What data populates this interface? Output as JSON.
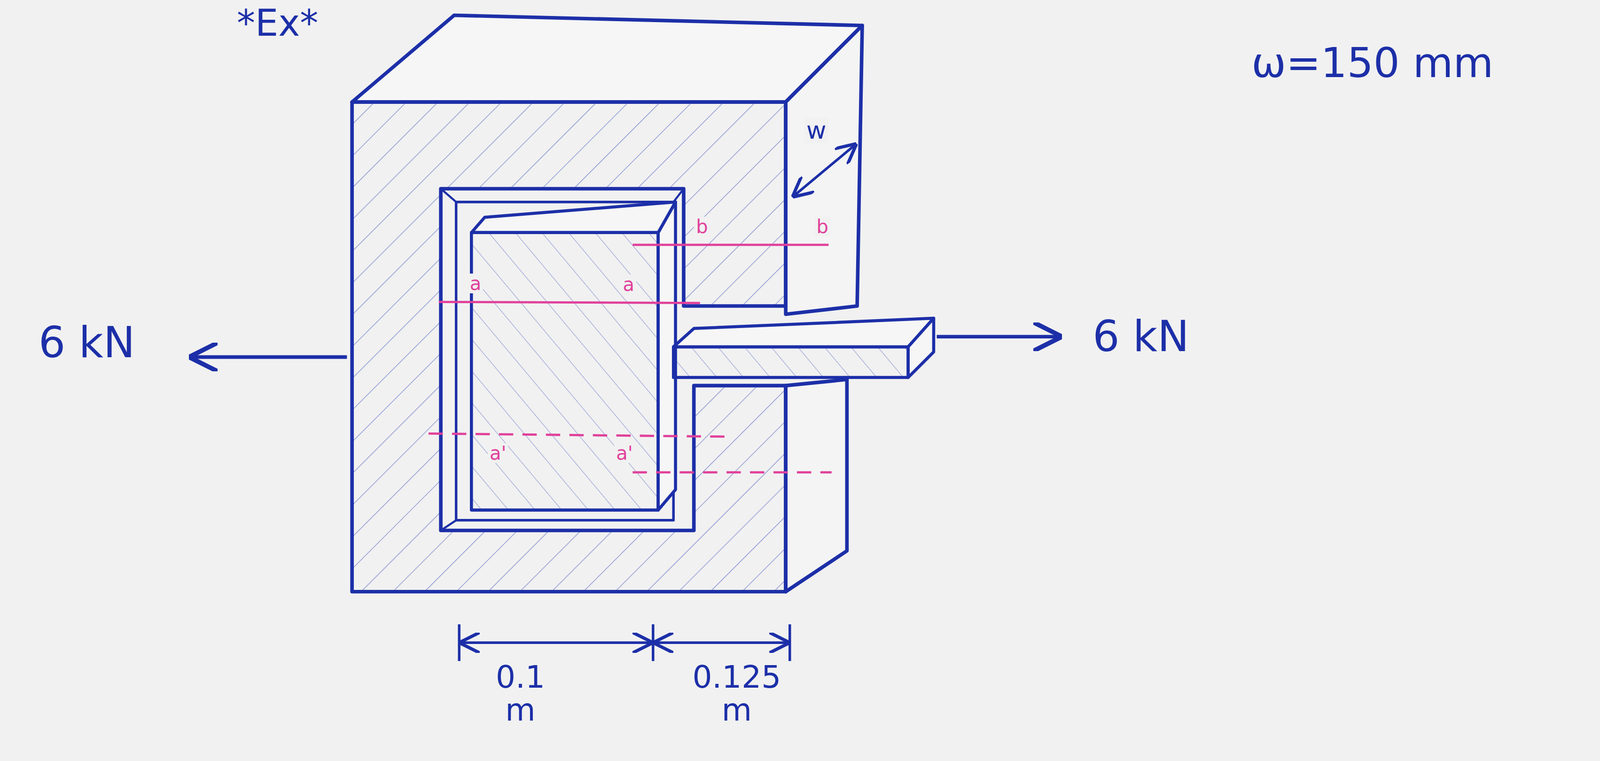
{
  "diagram": {
    "title": "*Ex*",
    "labels": [
      "ω=150 mm",
      "6 kN",
      "6 kN",
      "0.1 m",
      "0.125 m",
      "w",
      "b",
      "b",
      "a",
      "a",
      "a'",
      "a'"
    ]
  }
}
